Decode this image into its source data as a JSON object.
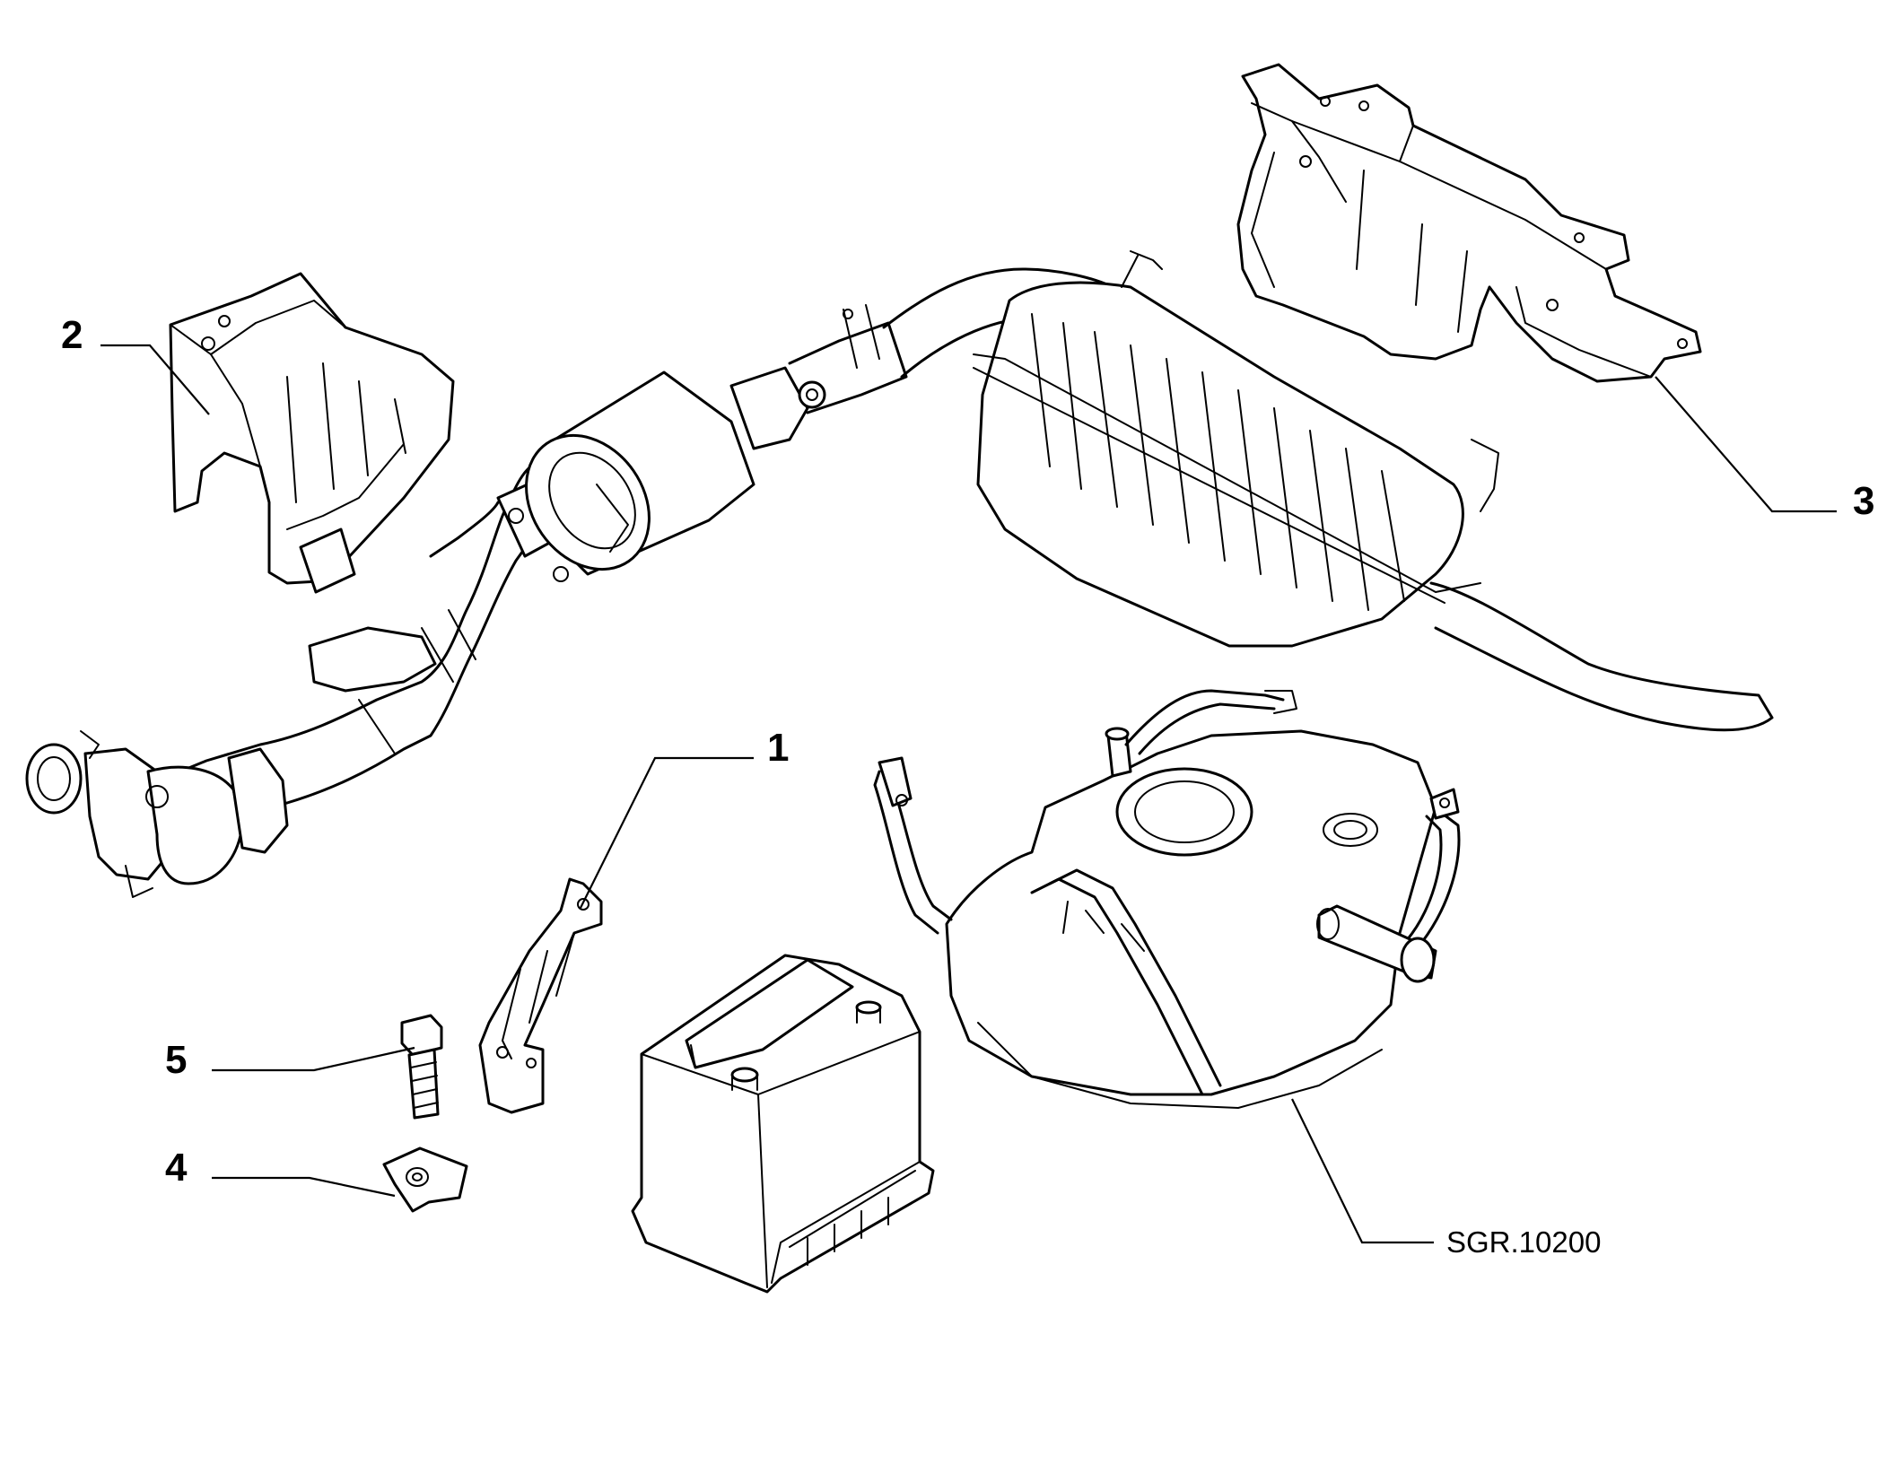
{
  "callouts": {
    "c1": "1",
    "c2": "2",
    "c3": "3",
    "c4": "4",
    "c5": "5"
  },
  "reference_code": "SGR.10200",
  "colors": {
    "line": "#000000",
    "background": "#ffffff"
  }
}
